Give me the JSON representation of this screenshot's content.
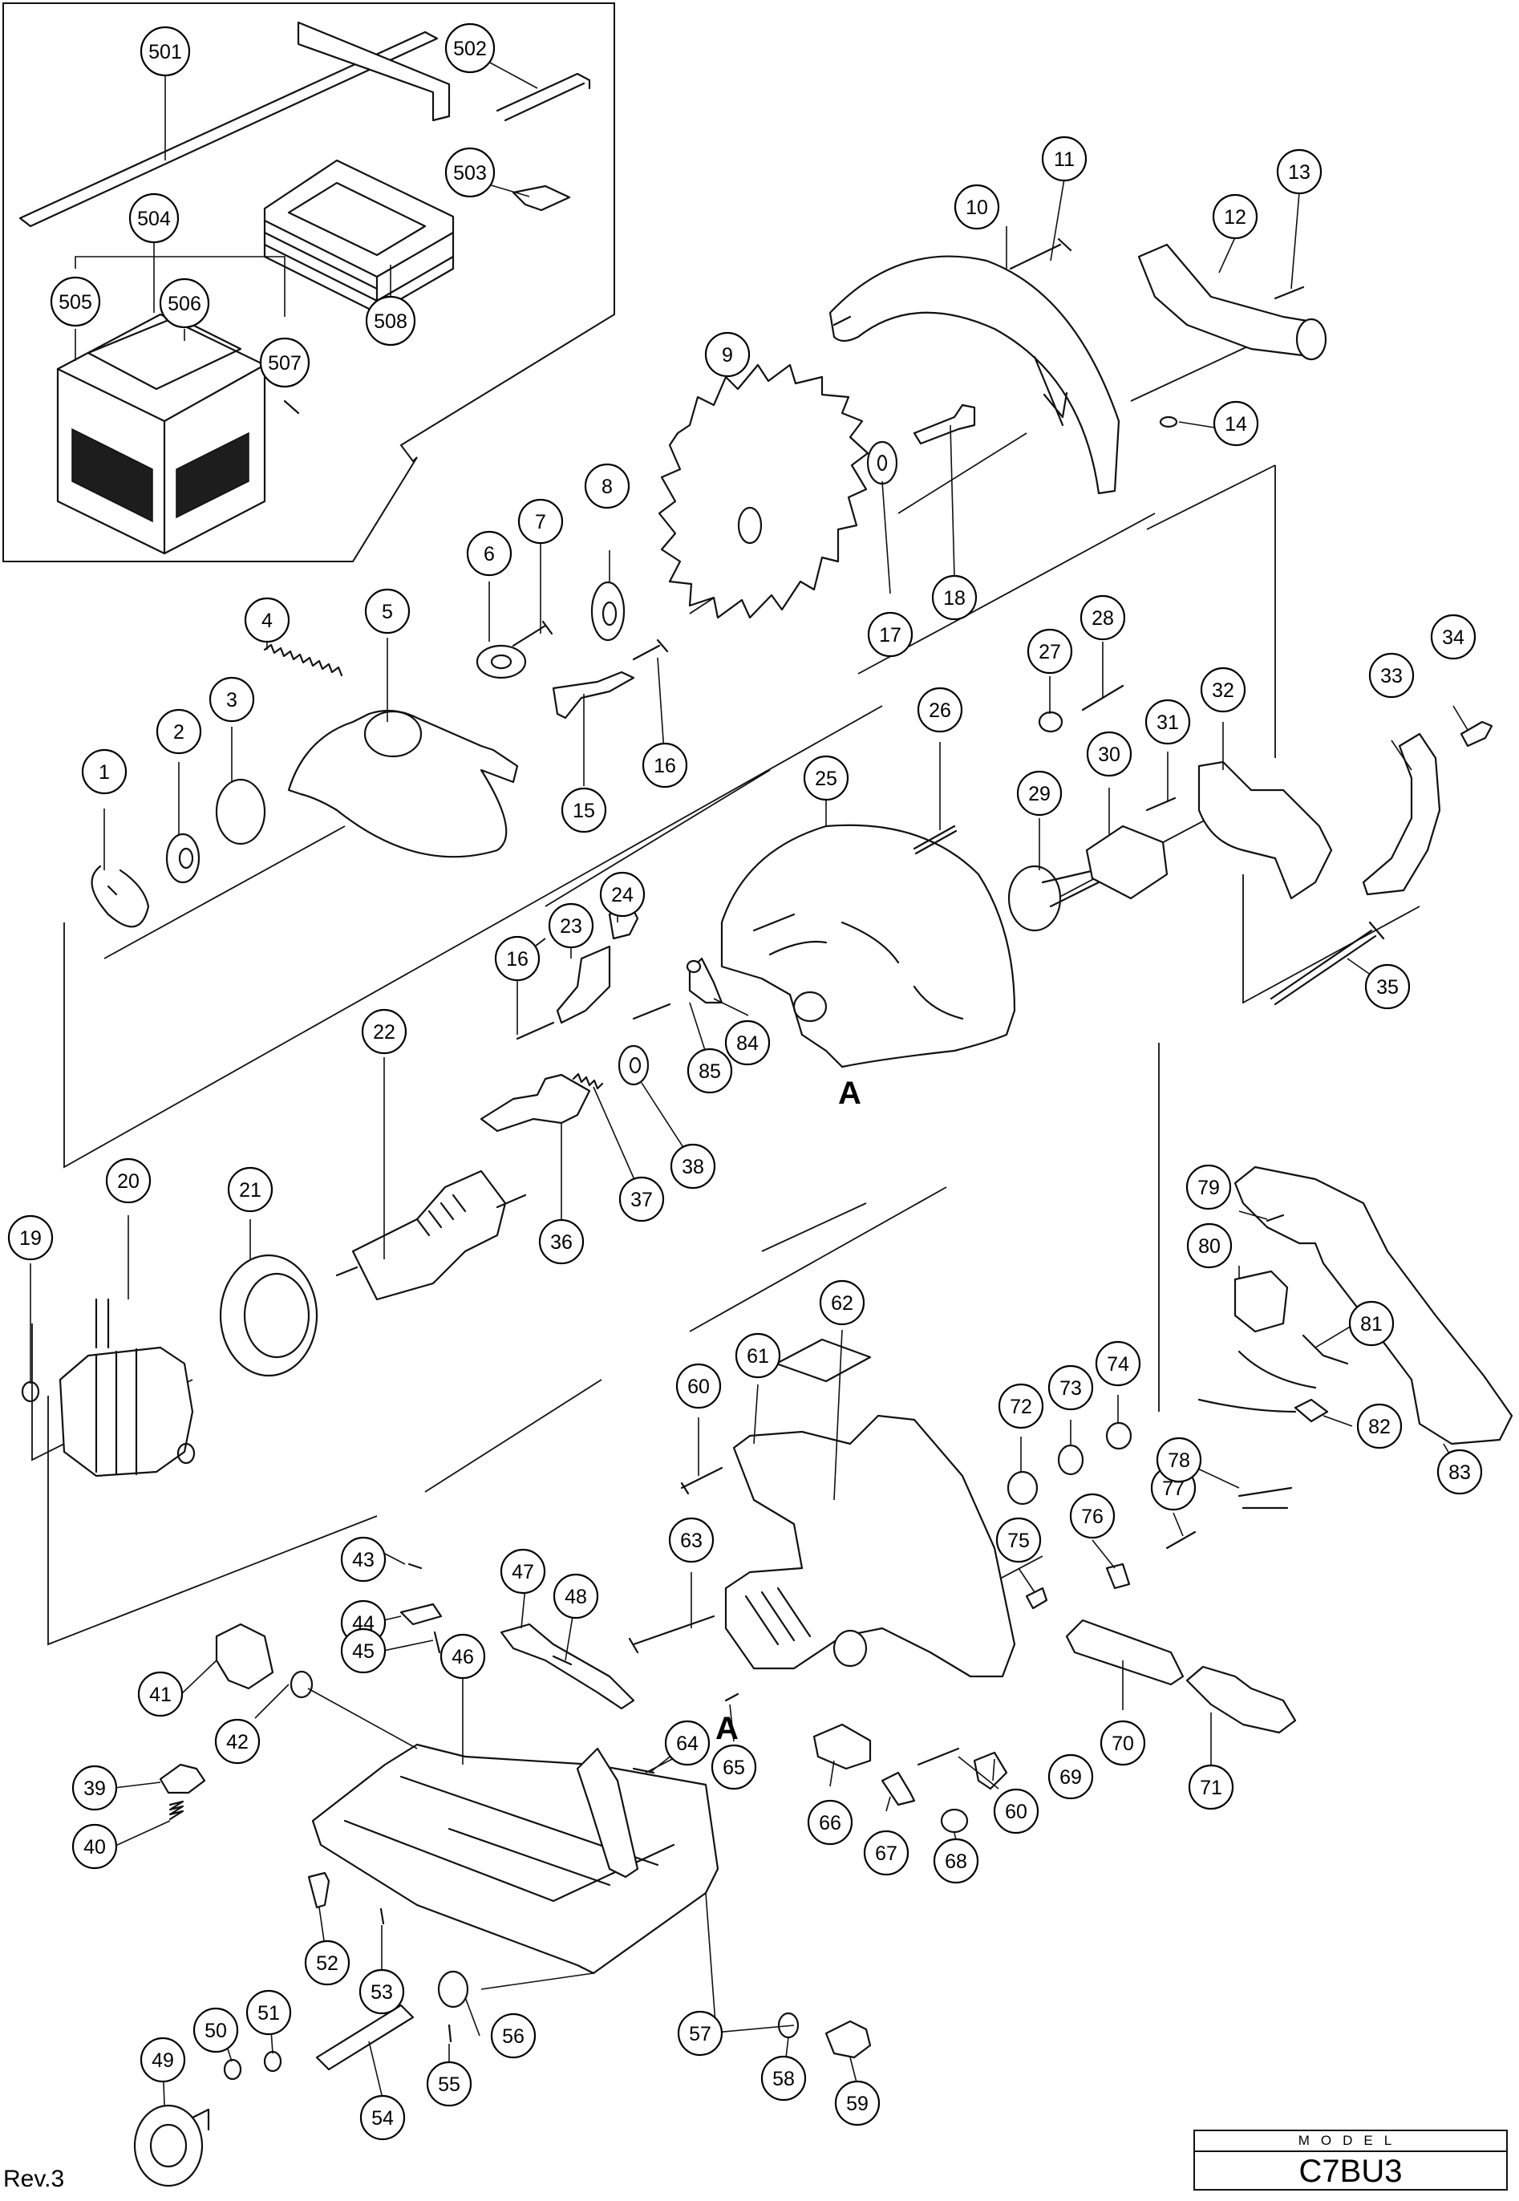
{
  "model": {
    "label": "MODEL",
    "name": "C7BU3"
  },
  "revision": "Rev.3",
  "section_marks": [
    "A",
    "A"
  ],
  "callouts": [
    {
      "id": "1",
      "label": "1"
    },
    {
      "id": "2",
      "label": "2"
    },
    {
      "id": "3",
      "label": "3"
    },
    {
      "id": "4",
      "label": "4"
    },
    {
      "id": "5",
      "label": "5"
    },
    {
      "id": "6",
      "label": "6"
    },
    {
      "id": "7",
      "label": "7"
    },
    {
      "id": "8",
      "label": "8"
    },
    {
      "id": "9",
      "label": "9"
    },
    {
      "id": "10",
      "label": "10"
    },
    {
      "id": "11",
      "label": "11"
    },
    {
      "id": "12",
      "label": "12"
    },
    {
      "id": "13",
      "label": "13"
    },
    {
      "id": "14",
      "label": "14"
    },
    {
      "id": "15",
      "label": "15"
    },
    {
      "id": "16a",
      "label": "16"
    },
    {
      "id": "16b",
      "label": "16"
    },
    {
      "id": "17",
      "label": "17"
    },
    {
      "id": "18",
      "label": "18"
    },
    {
      "id": "19",
      "label": "19"
    },
    {
      "id": "20",
      "label": "20"
    },
    {
      "id": "21",
      "label": "21"
    },
    {
      "id": "22",
      "label": "22"
    },
    {
      "id": "23",
      "label": "23"
    },
    {
      "id": "24",
      "label": "24"
    },
    {
      "id": "25",
      "label": "25"
    },
    {
      "id": "26",
      "label": "26"
    },
    {
      "id": "27",
      "label": "27"
    },
    {
      "id": "28",
      "label": "28"
    },
    {
      "id": "29",
      "label": "29"
    },
    {
      "id": "30",
      "label": "30"
    },
    {
      "id": "31",
      "label": "31"
    },
    {
      "id": "32",
      "label": "32"
    },
    {
      "id": "33",
      "label": "33"
    },
    {
      "id": "34",
      "label": "34"
    },
    {
      "id": "35",
      "label": "35"
    },
    {
      "id": "36",
      "label": "36"
    },
    {
      "id": "37",
      "label": "37"
    },
    {
      "id": "38",
      "label": "38"
    },
    {
      "id": "39",
      "label": "39"
    },
    {
      "id": "40",
      "label": "40"
    },
    {
      "id": "41",
      "label": "41"
    },
    {
      "id": "42",
      "label": "42"
    },
    {
      "id": "43",
      "label": "43"
    },
    {
      "id": "44",
      "label": "44"
    },
    {
      "id": "45",
      "label": "45"
    },
    {
      "id": "46",
      "label": "46"
    },
    {
      "id": "47",
      "label": "47"
    },
    {
      "id": "48",
      "label": "48"
    },
    {
      "id": "49",
      "label": "49"
    },
    {
      "id": "50",
      "label": "50"
    },
    {
      "id": "51",
      "label": "51"
    },
    {
      "id": "52",
      "label": "52"
    },
    {
      "id": "53",
      "label": "53"
    },
    {
      "id": "54",
      "label": "54"
    },
    {
      "id": "55",
      "label": "55"
    },
    {
      "id": "56",
      "label": "56"
    },
    {
      "id": "57",
      "label": "57"
    },
    {
      "id": "58",
      "label": "58"
    },
    {
      "id": "59",
      "label": "59"
    },
    {
      "id": "60a",
      "label": "60"
    },
    {
      "id": "60b",
      "label": "60"
    },
    {
      "id": "61",
      "label": "61"
    },
    {
      "id": "62",
      "label": "62"
    },
    {
      "id": "63",
      "label": "63"
    },
    {
      "id": "64",
      "label": "64"
    },
    {
      "id": "65",
      "label": "65"
    },
    {
      "id": "66",
      "label": "66"
    },
    {
      "id": "67",
      "label": "67"
    },
    {
      "id": "68",
      "label": "68"
    },
    {
      "id": "69",
      "label": "69"
    },
    {
      "id": "70",
      "label": "70"
    },
    {
      "id": "71",
      "label": "71"
    },
    {
      "id": "72",
      "label": "72"
    },
    {
      "id": "73",
      "label": "73"
    },
    {
      "id": "74",
      "label": "74"
    },
    {
      "id": "75",
      "label": "75"
    },
    {
      "id": "76",
      "label": "76"
    },
    {
      "id": "77",
      "label": "77"
    },
    {
      "id": "78",
      "label": "78"
    },
    {
      "id": "79",
      "label": "79"
    },
    {
      "id": "80",
      "label": "80"
    },
    {
      "id": "81",
      "label": "81"
    },
    {
      "id": "82",
      "label": "82"
    },
    {
      "id": "83",
      "label": "83"
    },
    {
      "id": "84",
      "label": "84"
    },
    {
      "id": "85",
      "label": "85"
    },
    {
      "id": "501",
      "label": "501"
    },
    {
      "id": "502",
      "label": "502"
    },
    {
      "id": "503",
      "label": "503"
    },
    {
      "id": "504",
      "label": "504"
    },
    {
      "id": "505",
      "label": "505"
    },
    {
      "id": "506",
      "label": "506"
    },
    {
      "id": "507",
      "label": "507"
    },
    {
      "id": "508",
      "label": "508"
    }
  ]
}
